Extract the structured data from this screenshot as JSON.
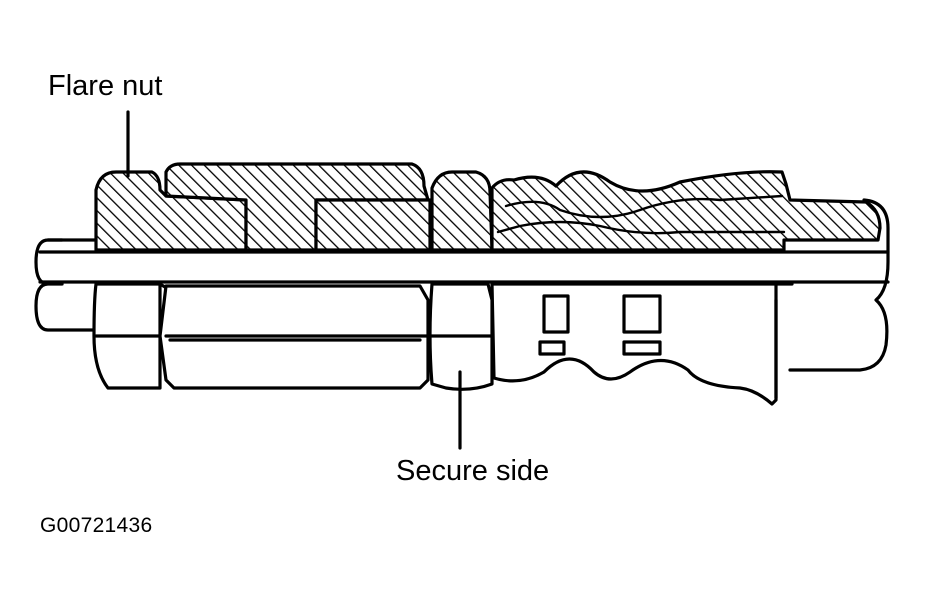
{
  "labels": {
    "flare_nut": "Flare nut",
    "secure_side": "Secure side",
    "figure_code": "G00721436"
  },
  "colors": {
    "line": "#000000",
    "background": "#ffffff"
  }
}
